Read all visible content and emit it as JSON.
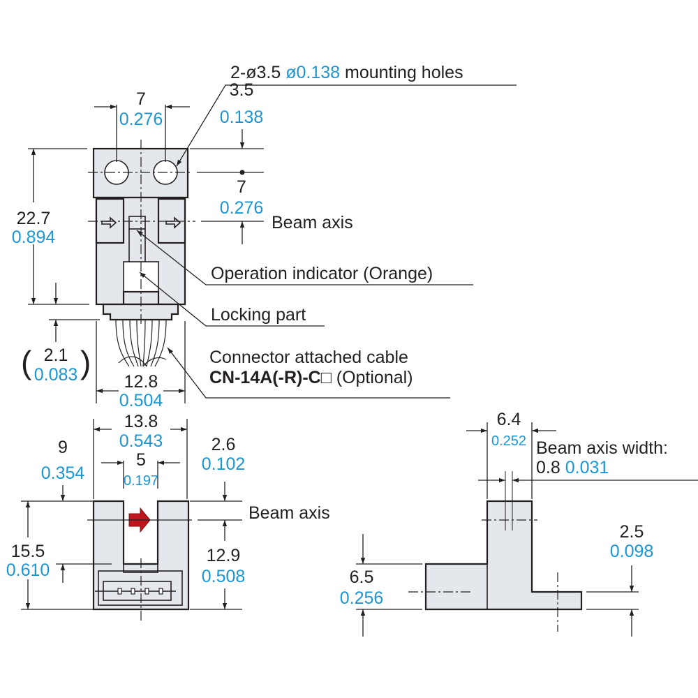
{
  "colors": {
    "dimension_mm": "#231f20",
    "dimension_inch": "#1a96d4",
    "body_fill": "#e4e7ec",
    "beam_arrow": "#c0161f"
  },
  "top_view": {
    "mounting_holes": {
      "prefix": "2-ø3.5",
      "inch": "ø0.138",
      "suffix": "mounting holes"
    },
    "hole_pitch": {
      "mm": "7",
      "inch": "0.276"
    },
    "hole_offset": {
      "mm": "3.5",
      "inch": "0.138"
    },
    "hole_to_beam": {
      "mm": "7",
      "inch": "0.276"
    },
    "beam_axis_label": "Beam axis",
    "height": {
      "mm": "22.7",
      "inch": "0.894"
    },
    "connector_offset": {
      "mm": "2.1",
      "inch": "0.083",
      "open": "(",
      "close": ")"
    },
    "cable_width": {
      "mm": "12.8",
      "inch": "0.504"
    },
    "operation_indicator_label": "Operation indicator (Orange)",
    "locking_part_label": "Locking part",
    "cable_label_line1": "Connector attached cable",
    "cable_label_model": "CN-14A(-R)-C□",
    "cable_label_optional": " (Optional)"
  },
  "front_view": {
    "width": {
      "mm": "13.8",
      "inch": "0.543"
    },
    "slot_width": {
      "mm": "5",
      "inch": "0.197"
    },
    "top_to_slot": {
      "mm": "9",
      "inch": "0.354"
    },
    "beam_from_top": {
      "mm": "2.6",
      "inch": "0.102"
    },
    "beam_axis_label": "Beam axis",
    "height": {
      "mm": "15.5",
      "inch": "0.610"
    },
    "beam_height": {
      "mm": "12.9",
      "inch": "0.508"
    }
  },
  "side_view": {
    "upright_width": {
      "mm": "6.4",
      "inch": "0.252"
    },
    "beam_axis_width_label": "Beam axis width:",
    "beam_axis_width": {
      "mm": "0.8",
      "inch": "0.031"
    },
    "base_height": {
      "mm": "6.5",
      "inch": "0.256"
    },
    "flange_height": {
      "mm": "2.5",
      "inch": "0.098"
    }
  }
}
